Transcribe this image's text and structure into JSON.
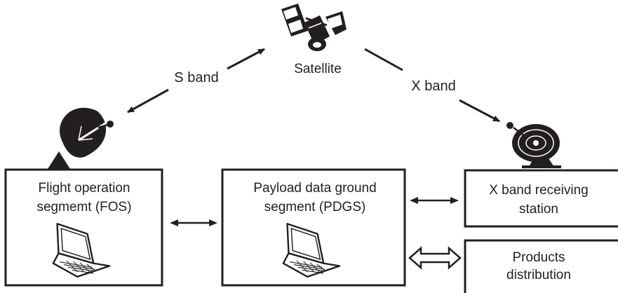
{
  "satellite": {
    "label": "Satellite",
    "icon": "satellite-icon"
  },
  "links": {
    "s_band": "S band",
    "x_band": "X band"
  },
  "boxes": {
    "fos": {
      "line1": "Flight operation",
      "line2": "segmemt (FOS)",
      "icon": "laptop-icon"
    },
    "pdgs": {
      "line1": "Payload data ground",
      "line2": "segment (PDGS)",
      "icon": "laptop-icon"
    },
    "x_station": {
      "line1": "X band receiving",
      "line2": "station"
    },
    "products": {
      "line1": "Products",
      "line2": "distribution"
    }
  },
  "icons": {
    "fos_dish": "satellite-dish-icon",
    "x_dish": "satellite-dish-icon"
  },
  "colors": {
    "ink": "#231f20",
    "background": "#ffffff"
  }
}
